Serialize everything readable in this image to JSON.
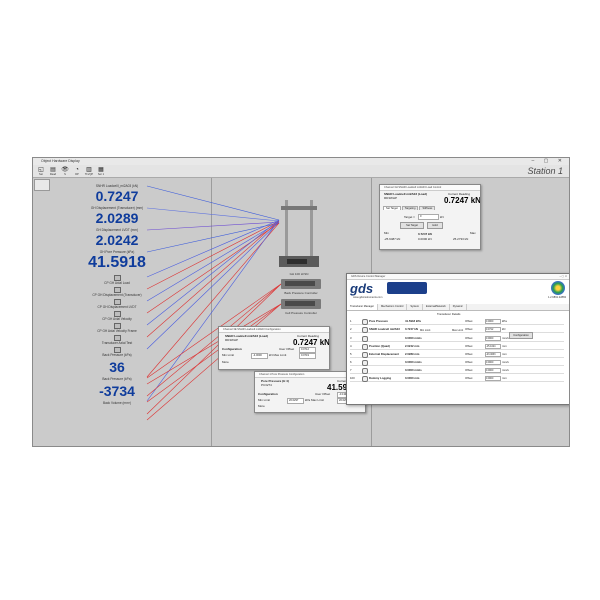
{
  "window": {
    "title": "Object Hardware Display"
  },
  "station": "Station 1",
  "toolbar": [
    {
      "glyph": "◱",
      "label": "Set"
    },
    {
      "glyph": "▤",
      "label": "Read"
    },
    {
      "glyph": "👁",
      "label": "S"
    },
    {
      "glyph": "◔",
      "label": "DP"
    },
    {
      "glyph": "▥",
      "label": "TLVQP"
    },
    {
      "glyph": "▦",
      "label": "Ser 1"
    }
  ],
  "readings": [
    {
      "label": "SNHR LoadcellI_mi2A03 (kN)",
      "value": "0.7247"
    },
    {
      "label": "GH Displacement (Transducer) (mm)",
      "value": "2.0289"
    },
    {
      "label": "GH Displacement LVDT (mm)",
      "value": "2.0242"
    },
    {
      "label": "GH Pore Pressure (kPa)",
      "value": "41.5918"
    }
  ],
  "sensors": [
    "CP GH Axial Load",
    "CP GH Displacement (Transducer)",
    "CP GH Displacement LVDT",
    "CP GH Axial Velocity",
    "CP GH Axial Velocity Frame",
    "Transducer Axial Test",
    "Back Pressure (kPa)"
  ],
  "readings2": [
    {
      "label": "Back Pressure (kPa)",
      "value": "36"
    },
    {
      "label": "Back Volume (mm³)",
      "value": "-3734"
    }
  ],
  "devices": {
    "frame": "GH 100 LFSN",
    "back": "Back Pressure Controller",
    "cell": "Cell Pressure Controller"
  },
  "load_window": {
    "title": "Channel 3H SNHR Loadcell mi2A03 Load Control",
    "name": "SNHR Loadcell mi2A03 (Load)",
    "id": "RD3WHP",
    "current_label": "Current Reading",
    "value": "0.7247 kN",
    "tabs": [
      "Set Target",
      "Targeting",
      "Stiffness"
    ],
    "target_label": "Target =",
    "target_value": "0",
    "unit": "kN",
    "set_target": "Set Target",
    "hold": "Hold",
    "min_label": "Min",
    "max_label": "Max",
    "min": "-25.9487 kN",
    "live": "0.7247 kN",
    "live2": "0.0000 kN",
    "max": "25.2733 kN"
  },
  "config1": {
    "title": "Channel 3E SNHR Loadcell mi2A03 Configuration",
    "name": "SNHR Loadcell mi2A03 (Load)",
    "id": "RD3WHP",
    "current_label": "Current Reading",
    "value": "0.7247 kN",
    "config": "Configuration",
    "user_offset": "User Offset",
    "offset_val": "0.0712",
    "offset_val2": "0.0719",
    "unit": "kN",
    "min_label": "Min Limit",
    "max_label": "kN Max Limit",
    "min_val": "-4.0000",
    "more": "More"
  },
  "config2": {
    "title": "Channel 1 Pore Pressure Configuration",
    "name": "Pore Pressure (H 4)",
    "id": "PC3274",
    "current_label": "Current Reading",
    "value": "41.5918 kPa",
    "config": "Configuration",
    "user_offset": "User Offset",
    "offset_val": "-0.1347",
    "unit": "kPa",
    "min_label": "Min Limit",
    "max_label": "kPa Max Limit",
    "min_val": "20.0297",
    "max_val": "20.0297",
    "more": "More"
  },
  "gds": {
    "title": "GDS Device Control Manager",
    "logo": "gds",
    "url": "www.gdsinstruments.com",
    "badge": "1.2.6891.22882",
    "tabs": [
      "Transducer Manager",
      "Mechanism Control",
      "System",
      "External/Network",
      "Dynamic"
    ],
    "header_label": "Transducer Details",
    "offset_label": "Offset",
    "rows": [
      {
        "n": "1",
        "name": "Pore Pressure",
        "value": "41.5918 kPa",
        "offset": "0.0000",
        "unit": "kPa"
      },
      {
        "n": "2",
        "name": "SNHR Loadcell mi2A03",
        "value": "0.7247 kN",
        "offset": "0.0712",
        "unit": "kN"
      },
      {
        "n": "3",
        "name": "",
        "value": "0.0000 mm/s",
        "offset": "0.0000",
        "unit": "mm/s"
      },
      {
        "n": "4",
        "name": "Position (Quad)",
        "value": "2.0242 mm",
        "offset": "-15.1024",
        "unit": "mm"
      },
      {
        "n": "5",
        "name": "External Displacement",
        "value": "2.0289 mm",
        "offset": "-23.4633",
        "unit": "mm"
      },
      {
        "n": "6",
        "name": "",
        "value": "0.0000 mm/s",
        "offset": "0.0000",
        "unit": "mm/s"
      },
      {
        "n": "7",
        "name": "",
        "value": "0.0000 mm/s",
        "offset": "0.0000",
        "unit": "mm/s"
      },
      {
        "n": "100",
        "name": "Dummy Logging",
        "value": "0.0000 mm",
        "offset": "0.0000",
        "unit": "mm"
      }
    ],
    "config_button": "Configuration",
    "min_limit": "Min Limit",
    "max_limit": "Max Limit"
  }
}
